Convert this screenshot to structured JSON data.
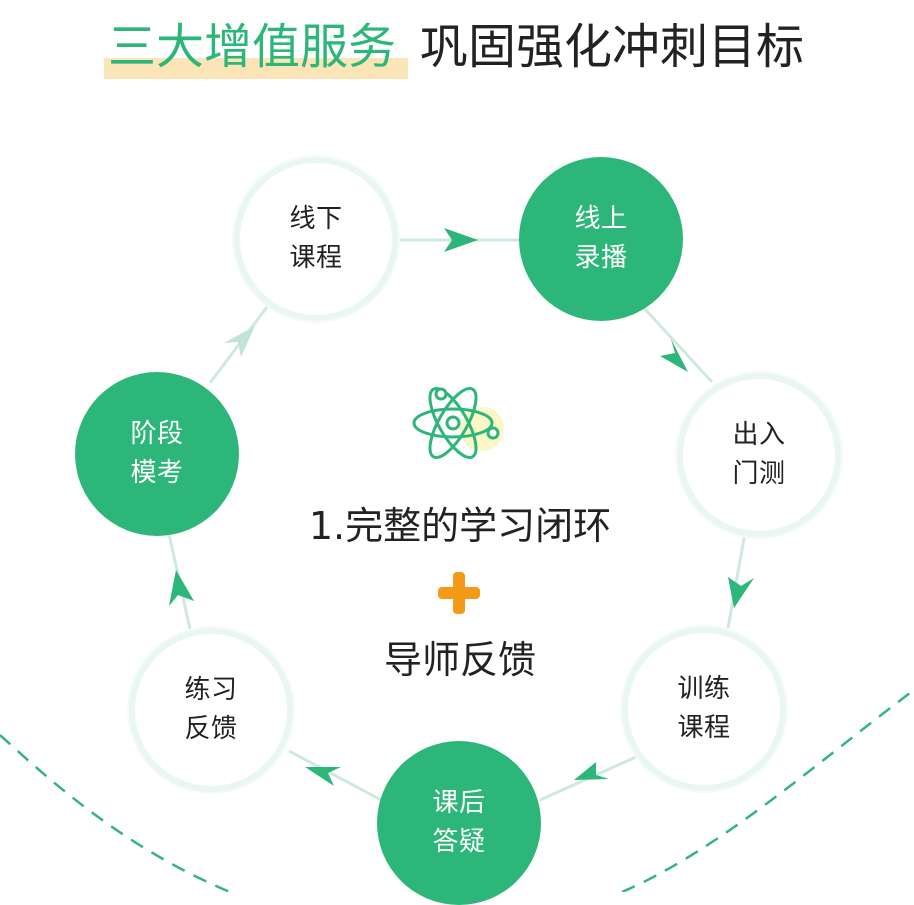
{
  "header": {
    "title_highlight": "三大增值服务",
    "title_rest": "巩固强化冲刺目标"
  },
  "center": {
    "title": "1.完整的学习闭环",
    "subtitle": "导师反馈"
  },
  "nodes": {
    "offline_course": {
      "line1": "线下",
      "line2": "课程"
    },
    "online_recording": {
      "line1": "线上",
      "line2": "录播"
    },
    "entry_test": {
      "line1": "出入",
      "line2": "门测"
    },
    "training_course": {
      "line1": "训练",
      "line2": "课程"
    },
    "after_class_qa": {
      "line1": "课后",
      "line2": "答疑"
    },
    "practice_feedback": {
      "line1": "练习",
      "line2": "反馈"
    },
    "stage_mock_exam": {
      "line1": "阶段",
      "line2": "模考"
    }
  },
  "colors": {
    "green": "#2db679",
    "light_green": "#dff2e9",
    "highlight": "#fbe1ad",
    "orange": "#f39b16"
  },
  "icons": {
    "center_icon": "atom-icon",
    "center_plus": "plus-icon",
    "decorative_curve": "dashed-curve"
  }
}
